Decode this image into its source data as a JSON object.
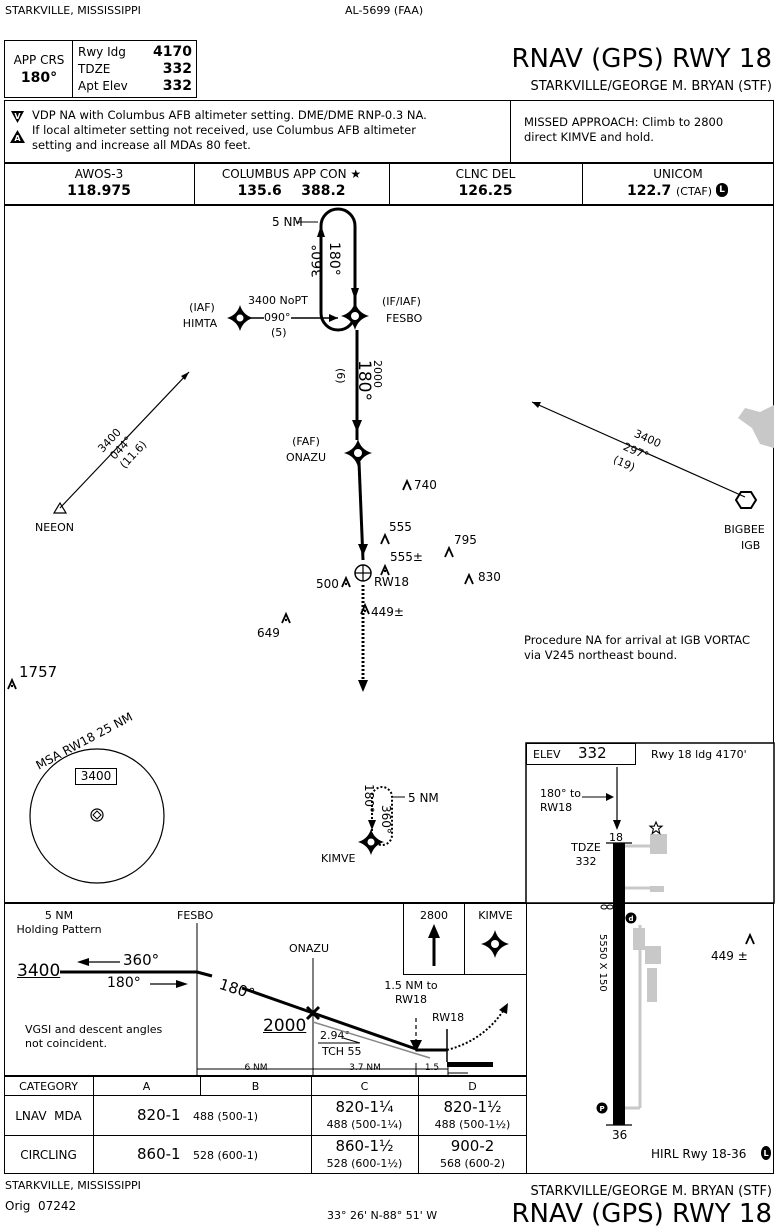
{
  "header": {
    "location": "STARKVILLE, MISSISSIPPI",
    "chart_id": "AL-5699 (FAA)",
    "app_crs_label": "APP CRS",
    "app_crs_value": "180°",
    "rwy_ldg_label": "Rwy Idg",
    "rwy_ldg_value": "4170",
    "tdze_label": "TDZE",
    "tdze_value": "332",
    "apt_elev_label": "Apt Elev",
    "apt_elev_value": "332",
    "procedure_title": "RNAV (GPS) RWY 18",
    "airport_name": "STARKVILLE/GEORGE M. BRYAN (STF)"
  },
  "notes": {
    "vdp_line1": "VDP NA with Columbus AFB altimeter setting. DME/DME RNP-0.3 NA.",
    "vdp_line2": "If local altimeter setting not received, use Columbus AFB altimeter",
    "vdp_line3": "setting and increase all MDAs 80 feet.",
    "missed_line1": "MISSED APPROACH: Climb to 2800",
    "missed_line2": "direct KIMVE and hold."
  },
  "comms": [
    {
      "label": "AWOS-3",
      "freq": "118.975"
    },
    {
      "label": "COLUMBUS APP CON ★",
      "freq": "135.6    388.2"
    },
    {
      "label": "CLNC DEL",
      "freq": "126.25"
    },
    {
      "label": "UNICOM",
      "freq": "122.7",
      "suffix": "(CTAF)",
      "badge": "L"
    }
  ],
  "planview": {
    "fix_5nm_top": "5 NM",
    "hold_inbound": "180°",
    "hold_outbound": "360°",
    "iaf_label": "(IAF)",
    "iaf_name": "HIMTA",
    "himta_alt": "3400 NoPT",
    "himta_course": "090°",
    "himta_dist": "(5)",
    "if_label": "(IF/IAF)",
    "if_name": "FESBO",
    "fesbo_course": "180°",
    "fesbo_dist": "(6)",
    "fesbo_alt": "2000",
    "faf_label": "(FAF)",
    "faf_name": "ONAZU",
    "neeon_name": "NEEON",
    "neeon_alt": "3400",
    "neeon_course": "044°",
    "neeon_dist": "(11.6)",
    "bigbee_name": "BIGBEE",
    "bigbee_id": "IGB",
    "bigbee_alt": "3400",
    "bigbee_course": "297°",
    "bigbee_dist": "(19)",
    "obs_740": "740",
    "obs_555": "555",
    "obs_795": "795",
    "obs_555pm": "555±",
    "obs_830": "830",
    "obs_500": "500",
    "obs_449": "449±",
    "obs_649": "649",
    "obs_1757": "1757",
    "rw18": "RW18",
    "procedure_na_1": "Procedure NA for arrival at IGB VORTAC",
    "procedure_na_2": "via V245 northeast bound.",
    "msa_label": "MSA RW18 25 NM",
    "msa_alt": "3400",
    "kimve_name": "KIMVE",
    "kimve_5nm": "5 NM",
    "kimve_inbound": "180°",
    "kimve_outbound": "360°"
  },
  "airport": {
    "elev_label": "ELEV",
    "elev_value": "332",
    "rwy_ldg": "Rwy 18 ldg 4170'",
    "heading_note_1": "180° to",
    "heading_note_2": "RW18",
    "tdze_label": "TDZE",
    "tdze_value": "332",
    "rwy_top": "18",
    "rwy_bottom": "36",
    "rwy_dims": "5550 X 150",
    "obs_449": "449 ±",
    "lighting": "HIRL Rwy 18-36"
  },
  "profile": {
    "hold_title_1": "5 NM",
    "hold_title_2": "Holding Pattern",
    "fesbo": "FESBO",
    "onazu": "ONAZU",
    "alt_3400": "3400",
    "course_360": "360°",
    "course_180a": "180°",
    "course_180b": "180°",
    "alt_2000": "2000",
    "gs_angle": "2.94°",
    "tch": "TCH 55",
    "mapt_note_1": "1.5 NM to",
    "mapt_note_2": "RW18",
    "rw18": "RW18",
    "vgsi_1": "VGSI and descent angles",
    "vgsi_2": "not coincident.",
    "dist_6": "6 NM",
    "dist_37": "3.7 NM",
    "dist_15": "1.5",
    "missed_alt": "2800",
    "missed_fix": "KIMVE"
  },
  "minimums": {
    "header": [
      "CATEGORY",
      "A",
      "B",
      "C",
      "D"
    ],
    "lnav_label": "LNAV  MDA",
    "lnav_ab_main": "820-1",
    "lnav_ab_sub": "488 (500-1)",
    "lnav_c_main": "820-1¼",
    "lnav_c_sub": "488 (500-1¼)",
    "lnav_d_main": "820-1½",
    "lnav_d_sub": "488 (500-1½)",
    "circ_label": "CIRCLING",
    "circ_ab_main": "860-1",
    "circ_ab_sub": "528 (600-1)",
    "circ_c_main": "860-1½",
    "circ_c_sub": "528 (600-1½)",
    "circ_d_main": "900-2",
    "circ_d_sub": "568 (600-2)"
  },
  "footer": {
    "location": "STARKVILLE, MISSISSIPPI",
    "amendment": "Orig  07242",
    "coords": "33° 26' N-88° 51' W",
    "airport_name": "STARKVILLE/GEORGE M. BRYAN (STF)",
    "procedure_title": "RNAV (GPS) RWY 18"
  }
}
